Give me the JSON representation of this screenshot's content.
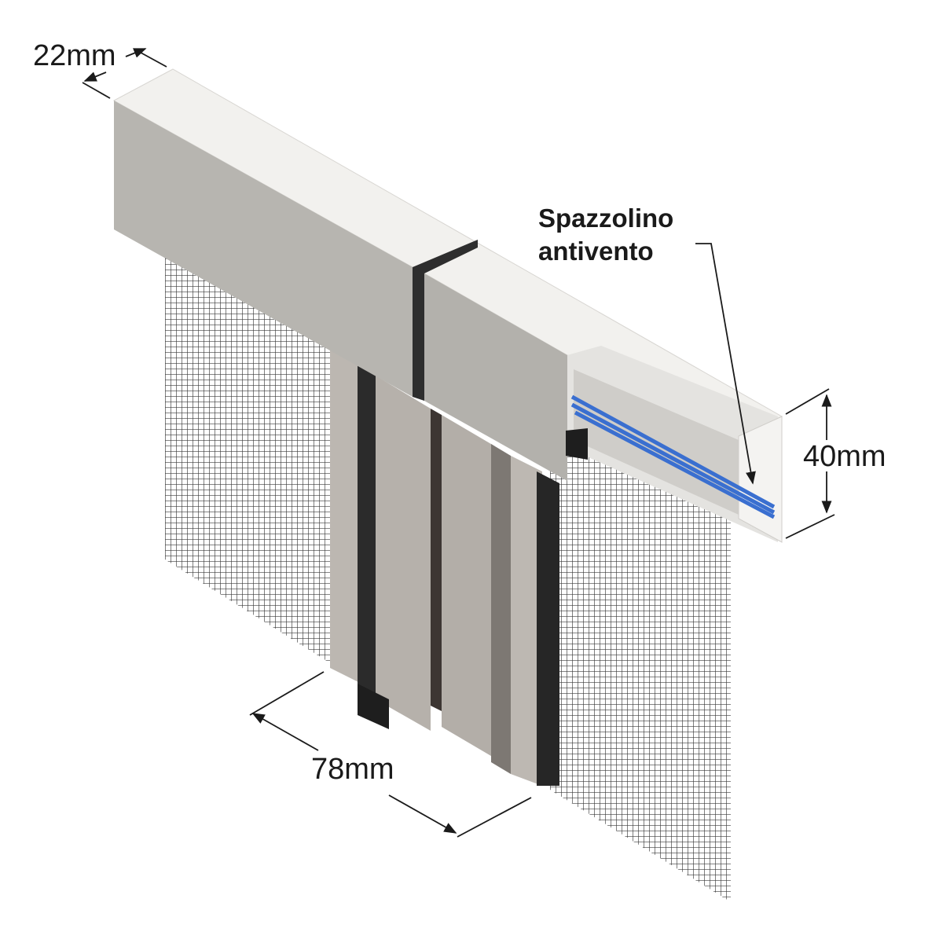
{
  "dimensions": {
    "depth": "22mm",
    "height": "40mm",
    "width": "78mm"
  },
  "callout": {
    "line1": "Spazzolino",
    "line2": "antivento"
  },
  "colors": {
    "rail_top": "#f2f1ee",
    "rail_front": "#b5b3ae",
    "profile": "#b3aea8",
    "gasket": "#2e2e2e",
    "brush": "#3a6fd0",
    "mesh": "#3a3a3a"
  }
}
